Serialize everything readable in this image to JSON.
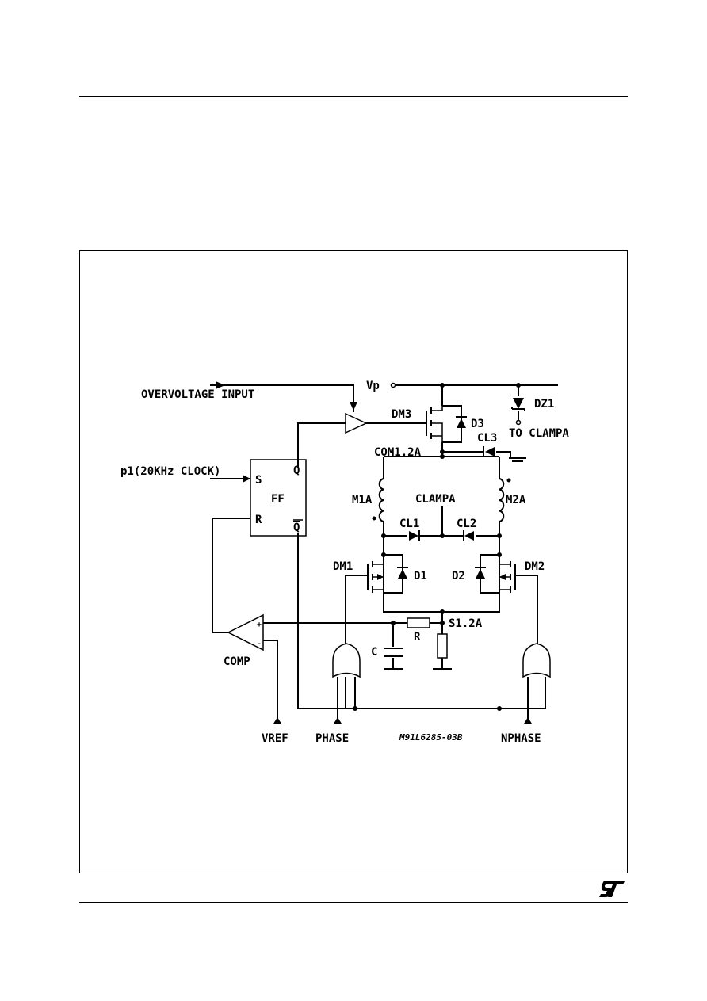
{
  "diagram": {
    "labels": {
      "overvoltage_input": "OVERVOLTAGE INPUT",
      "vp": "Vp",
      "dm3": "DM3",
      "d3": "D3",
      "dz1": "DZ1",
      "to_clampa": "TO CLAMPA",
      "cl3": "CL3",
      "com": "COM1.2A",
      "clock": "p1(20KHz CLOCK)",
      "ff_s": "S",
      "ff_q": "Q",
      "ff": "FF",
      "ff_r": "R",
      "ff_qbar": "Q",
      "m1a": "M1A",
      "clampa": "CLAMPA",
      "m2a": "M2A",
      "cl1": "CL1",
      "cl2": "CL2",
      "dm1": "DM1",
      "d1": "D1",
      "d2": "D2",
      "dm2": "DM2",
      "s12a": "S1.2A",
      "r": "R",
      "c": "C",
      "comp_plus": "+",
      "comp_minus": "-",
      "comp": "COMP",
      "vref": "VREF",
      "phase": "PHASE",
      "code": "M91L6285-03B",
      "nphase": "NPHASE"
    }
  },
  "footer": {
    "logo": "ST"
  }
}
